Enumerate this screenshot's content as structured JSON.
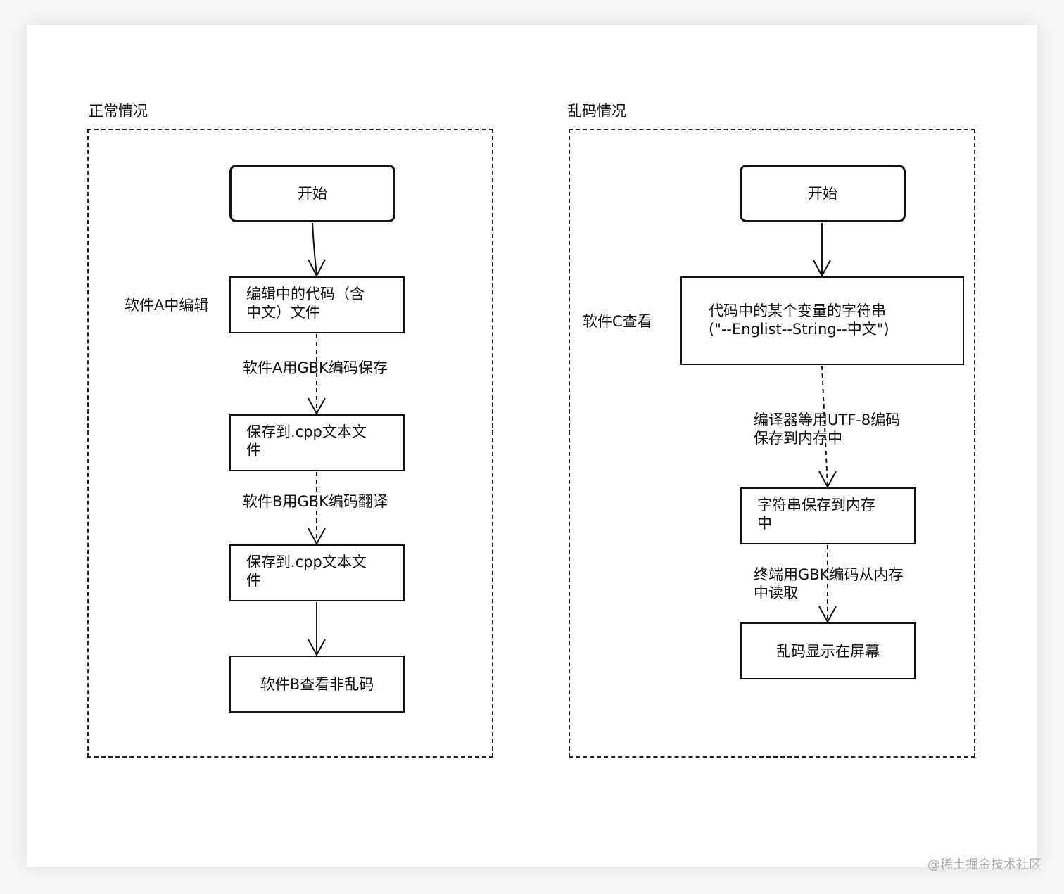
{
  "left": {
    "title": "正常情况",
    "start": "开始",
    "side_label": "软件A中编辑",
    "step1": "编辑中的代码（含\n中文）文件",
    "edge1": "软件A用GBK编码保存",
    "step2": "保存到.cpp文本文\n件",
    "edge2": "软件B用GBK编码翻译",
    "step3": "保存到.cpp文本文\n件",
    "end": "软件B查看非乱码"
  },
  "right": {
    "title": "乱码情况",
    "start": "开始",
    "side_label": "软件C查看",
    "step1": "代码中的某个变量的字符串\n(\"--Englist--String--中文\")",
    "edge1": "编译器等用UTF-8编码\n保存到内存中",
    "step2": "字符串保存到内存\n中",
    "edge2": "终端用GBK编码从内存\n中读取",
    "end": "乱码显示在屏幕"
  },
  "watermark": "@稀土掘金技术社区"
}
